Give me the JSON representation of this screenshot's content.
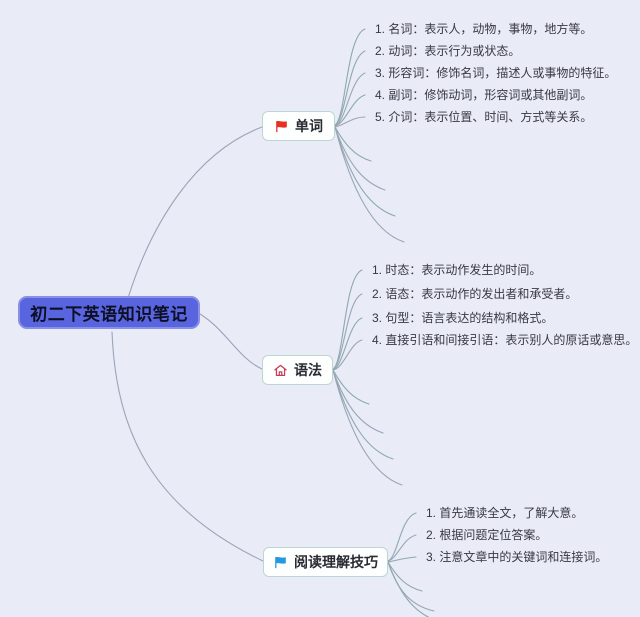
{
  "root": {
    "label": "初二下英语知识笔记"
  },
  "branches": [
    {
      "label": "单词",
      "icon": "red-flag-icon",
      "items": [
        "1. 名词：表示人，动物，事物，地方等。",
        "2. 动词：表示行为或状态。",
        "3. 形容词：修饰名词，描述人或事物的特征。",
        "4. 副词：修饰动词，形容词或其他副词。",
        "5. 介词：表示位置、时间、方式等关系。"
      ]
    },
    {
      "label": "语法",
      "icon": "home-icon",
      "items": [
        "1. 时态：表示动作发生的时间。",
        "2. 语态：表示动作的发出者和承受者。",
        "3. 句型：语言表达的结构和格式。",
        "4. 直接引语和间接引语：表示别人的原话或意思。"
      ]
    },
    {
      "label": "阅读理解技巧",
      "icon": "blue-flag-icon",
      "items": [
        "1. 首先通读全文，了解大意。",
        "2. 根据问题定位答案。",
        "3. 注意文章中的关键词和连接词。"
      ]
    }
  ],
  "colors": {
    "background": "#e9ebf7",
    "root_fill": "#5964df",
    "root_text": "#0d0f24",
    "node_border": "#bdd6d2",
    "connector": "#8ca9ad",
    "connector_alt": "#9aa5b8",
    "red_flag": "#e63022",
    "blue_flag": "#2499dd",
    "home_icon": "#c73c56"
  }
}
